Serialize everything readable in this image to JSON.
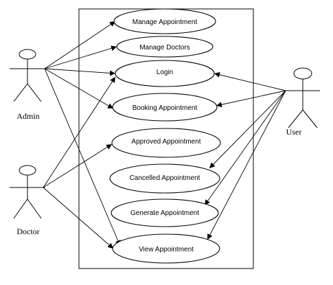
{
  "diagram": {
    "use_cases": [
      {
        "id": "manage_appointment",
        "label": "Manage Appointment"
      },
      {
        "id": "manage_doctors",
        "label": "Manage Doctors"
      },
      {
        "id": "login",
        "label": "Login"
      },
      {
        "id": "booking_appointment",
        "label": "Booking Appointment"
      },
      {
        "id": "approved_appointment",
        "label": "Approved Appointment"
      },
      {
        "id": "cancelled_appointment",
        "label": "Cancelled Appointment"
      },
      {
        "id": "generate_appointment",
        "label": "Generate Appointment"
      },
      {
        "id": "view_appointment",
        "label": "View Appointment"
      }
    ],
    "actors": [
      {
        "id": "admin",
        "label": "Admin"
      },
      {
        "id": "doctor",
        "label": "Doctor"
      },
      {
        "id": "user",
        "label": "User"
      }
    ],
    "associations": [
      {
        "from": "admin",
        "to": "manage_appointment"
      },
      {
        "from": "admin",
        "to": "manage_doctors"
      },
      {
        "from": "admin",
        "to": "login"
      },
      {
        "from": "admin",
        "to": "booking_appointment"
      },
      {
        "from": "admin",
        "to": "view_appointment"
      },
      {
        "from": "doctor",
        "to": "login"
      },
      {
        "from": "doctor",
        "to": "approved_appointment"
      },
      {
        "from": "doctor",
        "to": "view_appointment"
      },
      {
        "from": "user",
        "to": "login"
      },
      {
        "from": "user",
        "to": "booking_appointment"
      },
      {
        "from": "user",
        "to": "cancelled_appointment"
      },
      {
        "from": "user",
        "to": "generate_appointment"
      },
      {
        "from": "user",
        "to": "view_appointment"
      }
    ]
  }
}
